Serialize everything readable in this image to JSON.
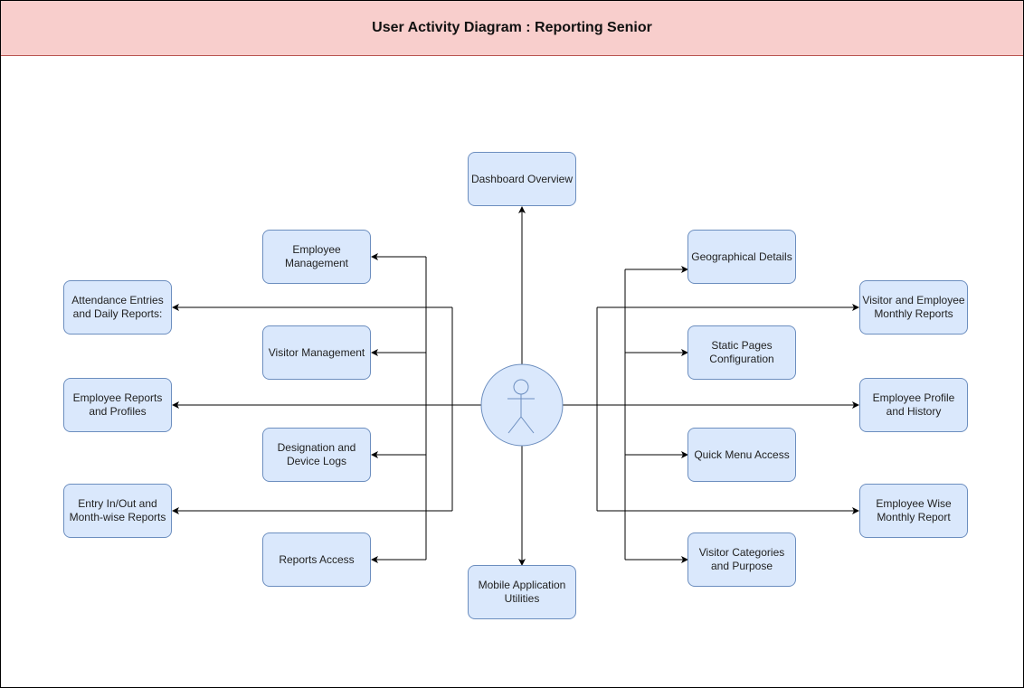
{
  "diagram": {
    "title": "User Activity Diagram : Reporting Senior",
    "nodes": {
      "dashboard": "Dashboard Overview",
      "mobile": "Mobile Application Utilities",
      "emp_mgmt": "Employee Management",
      "visitor_mgmt": "Visitor Management",
      "designation": "Designation and Device Logs",
      "reports_access": "Reports Access",
      "attendance": "Attendance Entries and Daily Reports:",
      "emp_reports": "Employee Reports and Profiles",
      "entry_inout": "Entry In/Out and Month-wise Reports",
      "geo": "Geographical Details",
      "static_pages": "Static Pages Configuration",
      "quick_menu": "Quick Menu Access",
      "visitor_categories": "Visitor Categories and Purpose",
      "visitor_emp_monthly": "Visitor and Employee Monthly Reports",
      "emp_profile_history": "Employee Profile and History",
      "emp_wise_monthly": "Employee Wise Monthly Report"
    },
    "colors": {
      "title_fill": "#f8cecc",
      "title_stroke": "#b85450",
      "node_fill": "#dae8fc",
      "node_stroke": "#6c8ebf"
    }
  }
}
